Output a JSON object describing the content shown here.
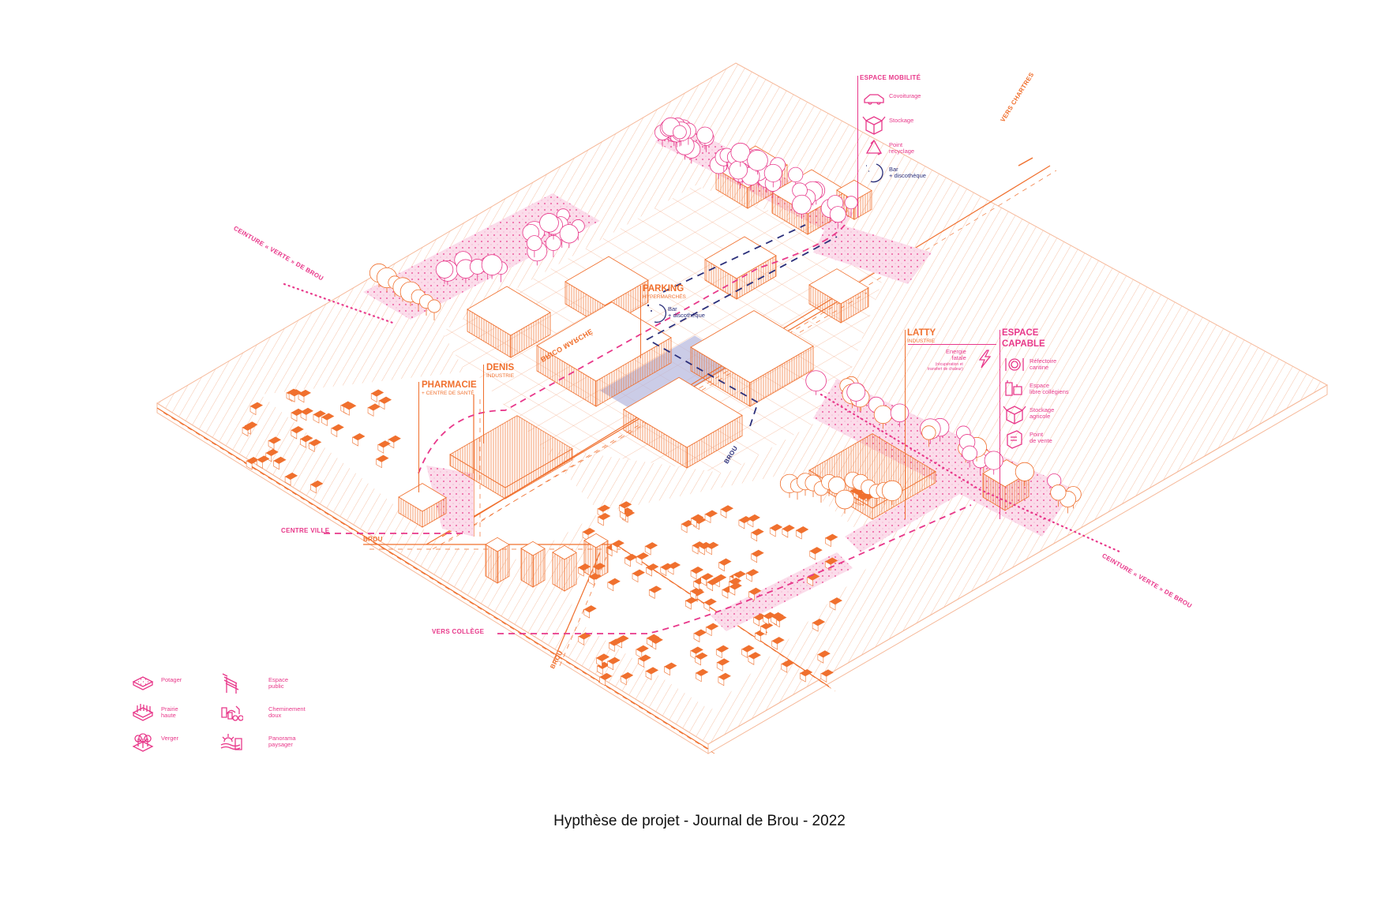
{
  "title": "Hypthèse de projet - Journal de Brou - 2022",
  "colors": {
    "orange": "#f0702e",
    "pink": "#e8388a",
    "navy": "#2b2f7a",
    "light_orange": "#f6b99a"
  },
  "espace_mobilite": {
    "heading": "ESPACE MOBILITÉ",
    "items": [
      {
        "icon": "car-icon",
        "line1": "Covoiturage",
        "line2": ""
      },
      {
        "icon": "box-icon",
        "line1": "Stockage",
        "line2": ""
      },
      {
        "icon": "recycle-icon",
        "line1": "Point",
        "line2": "recyclage"
      },
      {
        "icon": "moon-icon",
        "line1": "Bar",
        "line2": "+ discothèque"
      }
    ]
  },
  "espace_capable": {
    "heading1": "ESPACE",
    "heading2": "CAPABLE",
    "items": [
      {
        "icon": "plate-icon",
        "line1": "Réfectoire",
        "line2": "cantine"
      },
      {
        "icon": "luggage-icon",
        "line1": "Espace",
        "line2": "libre collégiens"
      },
      {
        "icon": "box-icon",
        "line1": "Stockage",
        "line2": "agricole"
      },
      {
        "icon": "vending-icon",
        "line1": "Point",
        "line2": "de vente"
      }
    ]
  },
  "places": {
    "parking": {
      "name": "PARKING",
      "sub": "HYPERMARCHÉS",
      "bar1": "Bar",
      "bar2": "+ discothèque"
    },
    "denis": {
      "name": "DENIS",
      "sub": "INDUSTRIE"
    },
    "pharmacie": {
      "name": "PHARMACIE",
      "sub": "+ CENTRE DE SANTÉ"
    },
    "latty": {
      "name": "LATTY",
      "sub": "INDUSTRIE",
      "energy1": "Energie",
      "energy2": "fatale",
      "energy3": "(récupération et",
      "energy4": "transfert de chaleur)"
    },
    "store": "BRICO MARCHÉ"
  },
  "directions": {
    "vers_chartres": "VERS CHARTRES",
    "ceinture_left": "CEINTURE « VERTE » DE BROU",
    "ceinture_right": "CEINTURE « VERTE » DE BROU",
    "centre_ville": "CENTRE VILLE",
    "vers_college": "VERS COLLÈGE",
    "brou_1": "BROU",
    "brou_2": "BROU",
    "brou_3": "BROU"
  },
  "legend": [
    {
      "icon": "potager-icon",
      "line1": "Potager",
      "line2": ""
    },
    {
      "icon": "prairie-icon",
      "line1": "Prairie",
      "line2": "haute"
    },
    {
      "icon": "verger-icon",
      "line1": "Verger",
      "line2": ""
    },
    {
      "icon": "bench-icon",
      "line1": "Espace",
      "line2": "public"
    },
    {
      "icon": "cheminement-icon",
      "line1": "Cheminement",
      "line2": "doux"
    },
    {
      "icon": "panorama-icon",
      "line1": "Panorama",
      "line2": "paysager"
    }
  ]
}
